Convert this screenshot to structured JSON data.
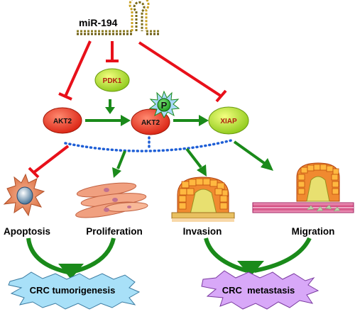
{
  "mirna": {
    "label": "miR-194"
  },
  "nodes": {
    "pdk1": "PDK1",
    "akt2_left": "AKT2",
    "akt2_right": "AKT2",
    "xiap": "XIAP",
    "phospho": "P"
  },
  "outcomes": {
    "apoptosis": "Apoptosis",
    "proliferation": "Proliferation",
    "invasion": "Invasion",
    "migration": "Migration"
  },
  "results": {
    "tumorigenesis": "CRC tumorigenesis",
    "metastasis": "CRC  metastasis"
  },
  "colors": {
    "inhibit": "#e8101a",
    "activate": "#1a8a1a",
    "dotted": "#1f5fd6",
    "akt2_fill": "#e63020",
    "pdk1_fill": "#b8e020",
    "xiap_fill": "#c8e820",
    "star_fill": "#a8d8f8",
    "metastasis_fill": "#d8a8f8"
  }
}
